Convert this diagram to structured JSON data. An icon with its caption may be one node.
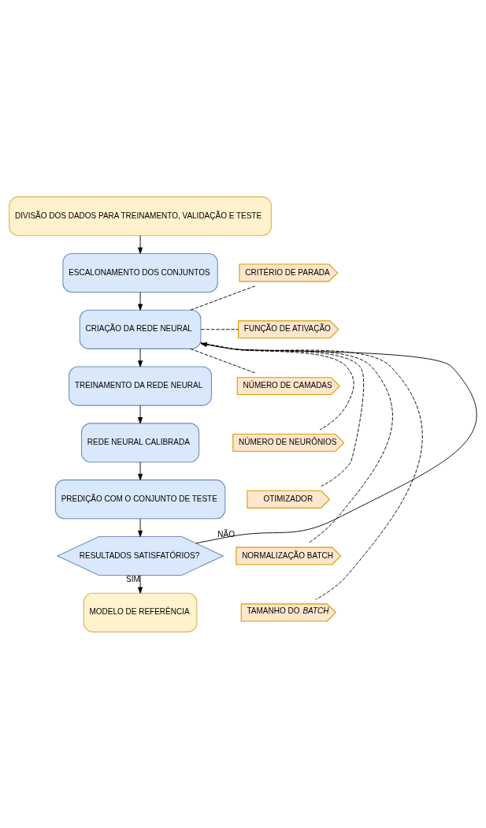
{
  "diagram": {
    "nodes": [
      {
        "text": [
          "DIVISÃO DOS DADOS PARA TREINAMENTO, VALIDAÇÃO E TESTE"
        ]
      },
      {
        "text": [
          "ESCALONAMENTO DOS CONJUNTOS"
        ]
      },
      {
        "text": [
          "CRIAÇÃO DA REDE NEURAL"
        ]
      },
      {
        "text": [
          "TREINAMENTO DA REDE NEURAL"
        ]
      },
      {
        "text": [
          "REDE NEURAL CALIBRADA"
        ]
      },
      {
        "text": [
          "PREDIÇÃO COM O CONJUNTO DE TESTE"
        ]
      },
      {
        "text": [
          "RESULTADOS SATISFATÓRIOS?"
        ]
      },
      {
        "text": [
          "MODELO DE REFERÊNCIA"
        ]
      },
      {
        "text": [
          "CRITÉRIO DE PARADA"
        ]
      },
      {
        "text": [
          "FUNÇÃO DE ATIVAÇÃO"
        ]
      },
      {
        "text": [
          "NÚMERO DE CAMADAS"
        ]
      },
      {
        "text": [
          "NÚMERO DE NEURÔNIOS"
        ]
      },
      {
        "text": [
          "OTIMIZADOR"
        ]
      },
      {
        "text": [
          "NORMALIZAÇÃO BATCH"
        ]
      },
      {
        "text": [
          "TAMANHO DO *BATCH*"
        ]
      }
    ],
    "edges": [
      {
        "from": 0,
        "to": 1,
        "arrow": "to"
      },
      {
        "from": 1,
        "to": 2,
        "arrow": "to"
      },
      {
        "from": 2,
        "to": 3,
        "arrow": "to"
      },
      {
        "from": 3,
        "to": 4,
        "arrow": "to"
      },
      {
        "from": 4,
        "to": 5,
        "arrow": "to"
      },
      {
        "from": 5,
        "to": 6,
        "arrow": "to"
      },
      {
        "from": 6,
        "to": 7,
        "label": "SIM",
        "arrow": "to"
      },
      {
        "from": 6,
        "to": 2,
        "label": "NÃO",
        "arrow": "to"
      },
      {
        "from": 2,
        "to": 8,
        "arrow": "none",
        "style": "dashed"
      },
      {
        "from": 2,
        "to": 9,
        "arrow": "none",
        "style": "dashed"
      },
      {
        "from": 2,
        "to": 10,
        "arrow": "none",
        "style": "dashed"
      },
      {
        "from": 2,
        "to": 11,
        "arrow": "none",
        "style": "dashed"
      },
      {
        "from": 2,
        "to": 12,
        "arrow": "none",
        "style": "dashed"
      },
      {
        "from": 2,
        "to": 13,
        "arrow": "none",
        "style": "dashed"
      },
      {
        "from": 2,
        "to": 14,
        "arrow": "none",
        "style": "dashed"
      }
    ]
  }
}
